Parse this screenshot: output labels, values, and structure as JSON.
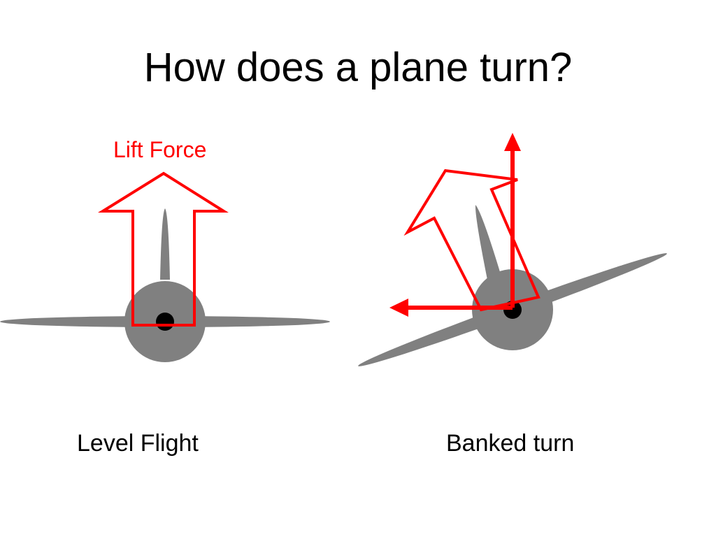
{
  "slide": {
    "title": "How does a plane turn?",
    "lift_label": "Lift Force",
    "captions": {
      "left": "Level Flight",
      "right": "Banked turn"
    }
  },
  "colors": {
    "plane": "#808080",
    "hub": "#000000",
    "force": "#ff0000",
    "text": "#000000",
    "background": "#ffffff"
  },
  "icons": {
    "level_plane": "plane-front-view",
    "banked_plane": "plane-front-view-banked"
  }
}
